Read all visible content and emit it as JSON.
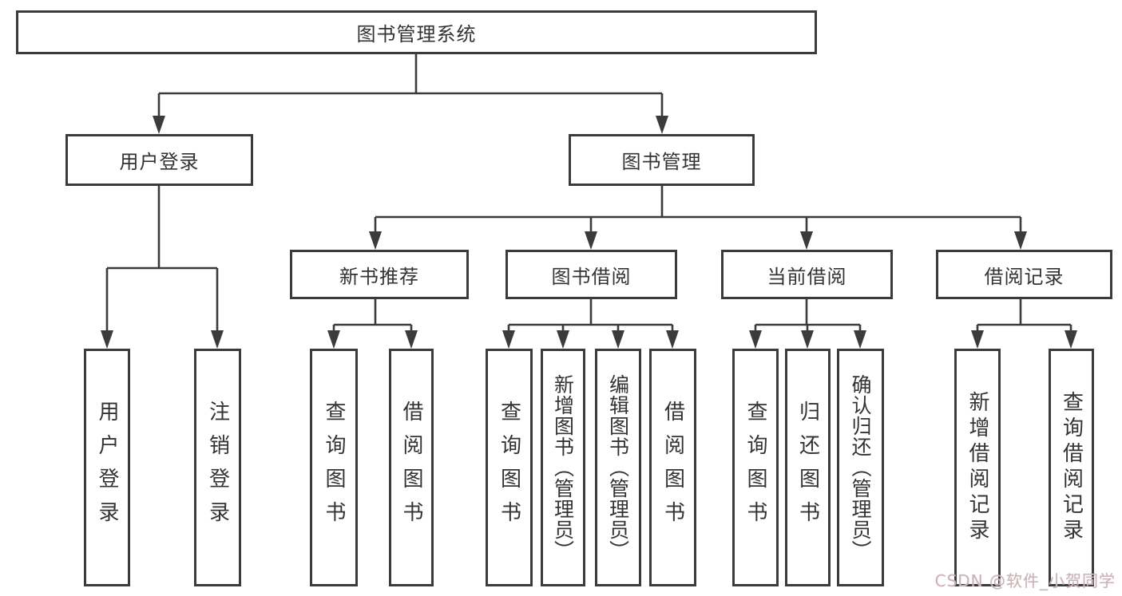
{
  "tree": {
    "label": "图书管理系统",
    "children": [
      {
        "label": "用户登录",
        "children": [
          {
            "label": "用户登录"
          },
          {
            "label": "注销登录"
          }
        ]
      },
      {
        "label": "图书管理",
        "children": [
          {
            "label": "新书推荐",
            "children": [
              {
                "label": "查询图书"
              },
              {
                "label": "借阅图书"
              }
            ]
          },
          {
            "label": "图书借阅",
            "children": [
              {
                "label": "查询图书"
              },
              {
                "label": "新增图书（管理员）"
              },
              {
                "label": "编辑图书（管理员）"
              },
              {
                "label": "借阅图书"
              }
            ]
          },
          {
            "label": "当前借阅",
            "children": [
              {
                "label": "查询图书"
              },
              {
                "label": "归还图书"
              },
              {
                "label": "确认归还（管理员）"
              }
            ]
          },
          {
            "label": "借阅记录",
            "children": [
              {
                "label": "新增借阅记录"
              },
              {
                "label": "查询借阅记录"
              }
            ]
          }
        ]
      }
    ]
  },
  "watermark": {
    "text": "CSDN @软件_小贺同学"
  },
  "colors": {
    "line": "#3b3b3b",
    "text": "#333333",
    "background": "#ffffff",
    "watermark": "#c9b4b8"
  }
}
